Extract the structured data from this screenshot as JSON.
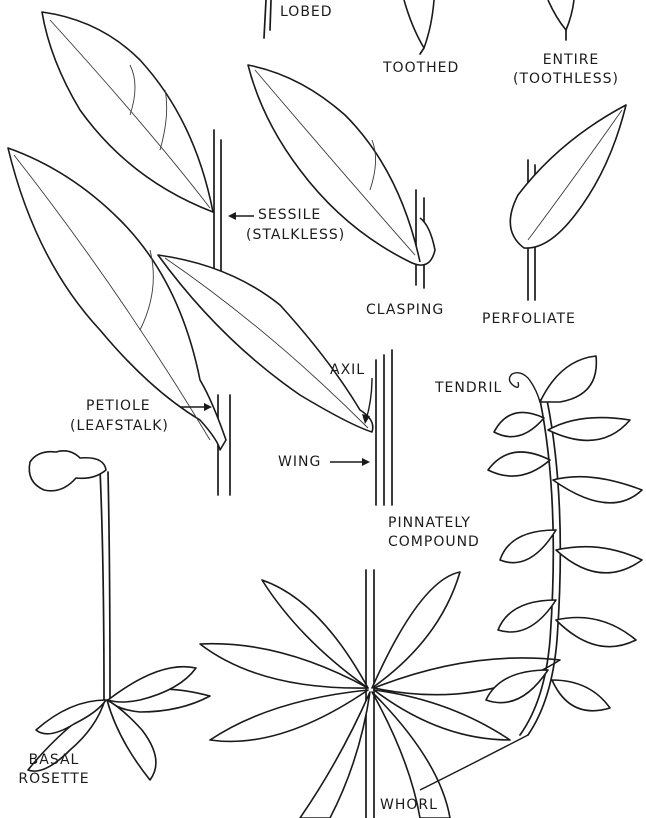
{
  "labels": {
    "lobed": "LOBED",
    "toothed": "TOOTHED",
    "entire": "ENTIRE",
    "toothless": "(TOOTHLESS)",
    "sessile": "SESSILE",
    "stalkless": "(STALKLESS)",
    "clasping": "CLASPING",
    "perfoliate": "PERFOLIATE",
    "axil": "AXIL",
    "tendril": "TENDRIL",
    "petiole": "PETIOLE",
    "leafstalk": "(LEAFSTALK)",
    "wing": "WING",
    "pinnately": "PINNATELY",
    "compound": "COMPOUND",
    "basal": "BASAL",
    "rosette": "ROSETTE",
    "whorl": "WHORL"
  },
  "colors": {
    "ink": "#1a1a1a",
    "paper": "#ffffff"
  }
}
